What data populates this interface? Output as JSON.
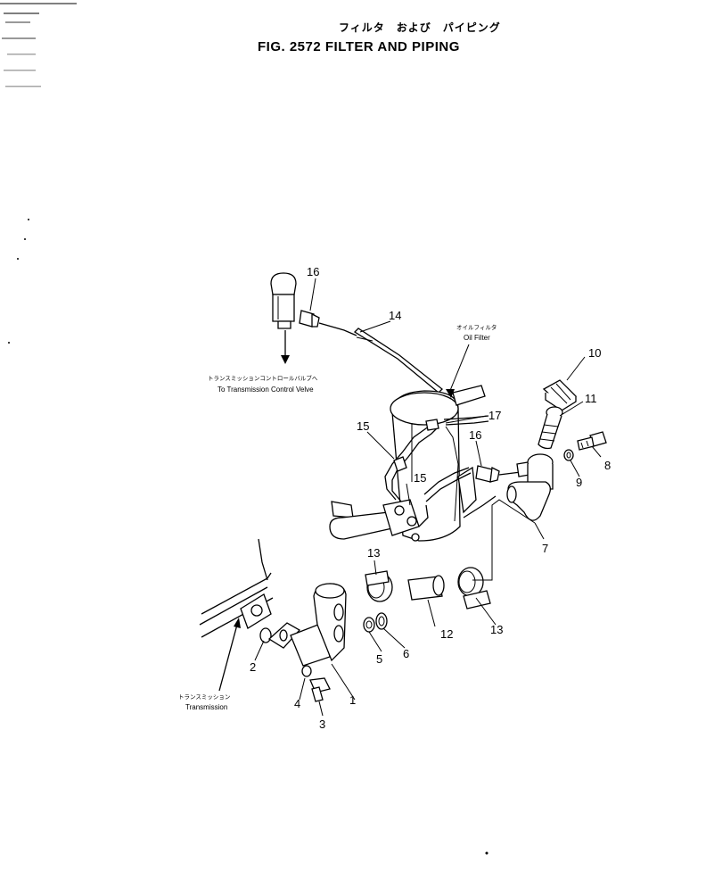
{
  "header": {
    "title_jp": "フィルタ　および　パイピング",
    "title_en": "FIG. 2572  FILTER AND PIPING"
  },
  "callouts": {
    "to_valve_jp": "トランスミッションコントロールバルブへ",
    "to_valve_en": "To Transmission Control Velve",
    "oil_filter_jp": "オイルフィルタ",
    "oil_filter_en": "Oil Filter",
    "transmission_jp": "トランスミッション",
    "transmission_en": "Transmission"
  },
  "part_numbers": {
    "p1": "1",
    "p2": "2",
    "p3": "3",
    "p4": "4",
    "p5": "5",
    "p6": "6",
    "p7": "7",
    "p8": "8",
    "p9": "9",
    "p10": "10",
    "p11": "11",
    "p12": "12",
    "p13a": "13",
    "p13b": "13",
    "p14": "14",
    "p15a": "15",
    "p15b": "15",
    "p16a": "16",
    "p16b": "16",
    "p17": "17"
  }
}
